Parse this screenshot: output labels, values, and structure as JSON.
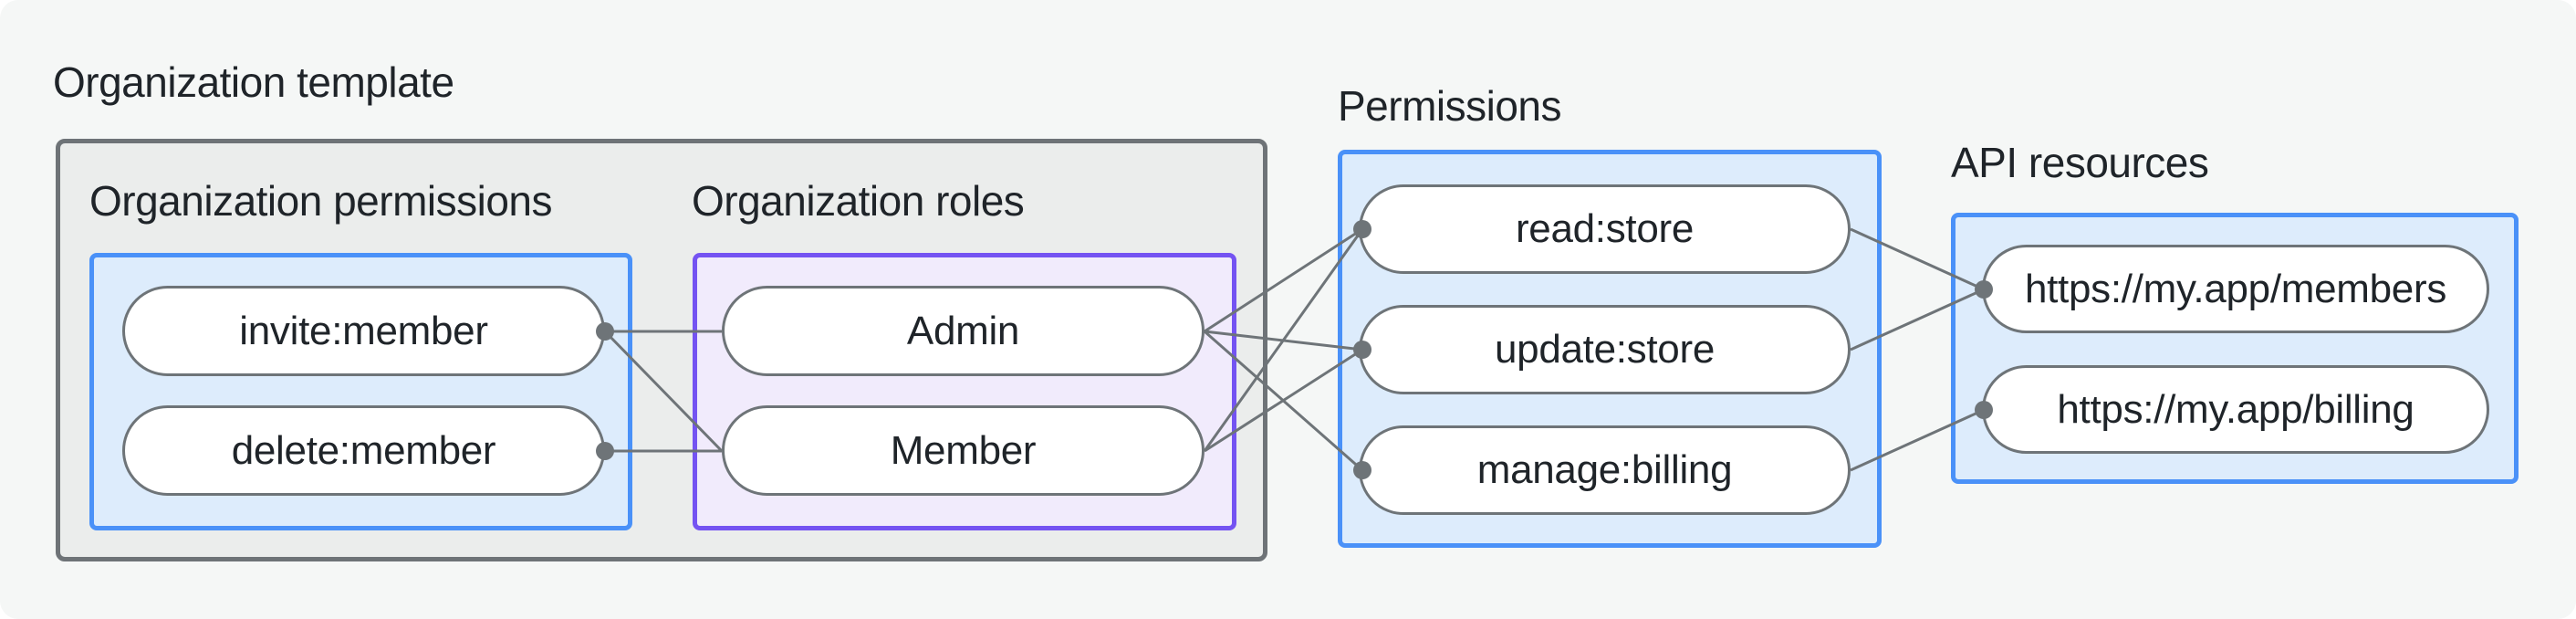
{
  "labels": {
    "org_template": "Organization template",
    "org_permissions": "Organization permissions",
    "org_roles": "Organization roles",
    "permissions": "Permissions",
    "api_resources": "API resources"
  },
  "nodes": {
    "invite_member": "invite:member",
    "delete_member": "delete:member",
    "admin": "Admin",
    "member": "Member",
    "read_store": "read:store",
    "update_store": "update:store",
    "manage_billing": "manage:billing",
    "members_url": "https://my.app/members",
    "billing_url": "https://my.app/billing"
  },
  "edges": [
    {
      "from": "invite:member",
      "to": "Admin"
    },
    {
      "from": "invite:member",
      "to": "Member"
    },
    {
      "from": "delete:member",
      "to": "Member"
    },
    {
      "from": "Admin",
      "to": "read:store"
    },
    {
      "from": "Admin",
      "to": "update:store"
    },
    {
      "from": "Admin",
      "to": "manage:billing"
    },
    {
      "from": "Member",
      "to": "read:store"
    },
    {
      "from": "Member",
      "to": "update:store"
    },
    {
      "from": "read:store",
      "to": "https://my.app/members"
    },
    {
      "from": "update:store",
      "to": "https://my.app/members"
    },
    {
      "from": "manage:billing",
      "to": "https://my.app/billing"
    }
  ],
  "colors": {
    "background": "#f5f7f6",
    "group_fill": "#ebedec",
    "group_border": "#6e7377",
    "blue_fill": "#ddecfc",
    "blue_border": "#4a91f8",
    "purple_fill": "#f1ebfc",
    "purple_border": "#7453f2",
    "pill_border": "#6e7478",
    "wire": "#6e7478",
    "text": "#1f2429"
  }
}
